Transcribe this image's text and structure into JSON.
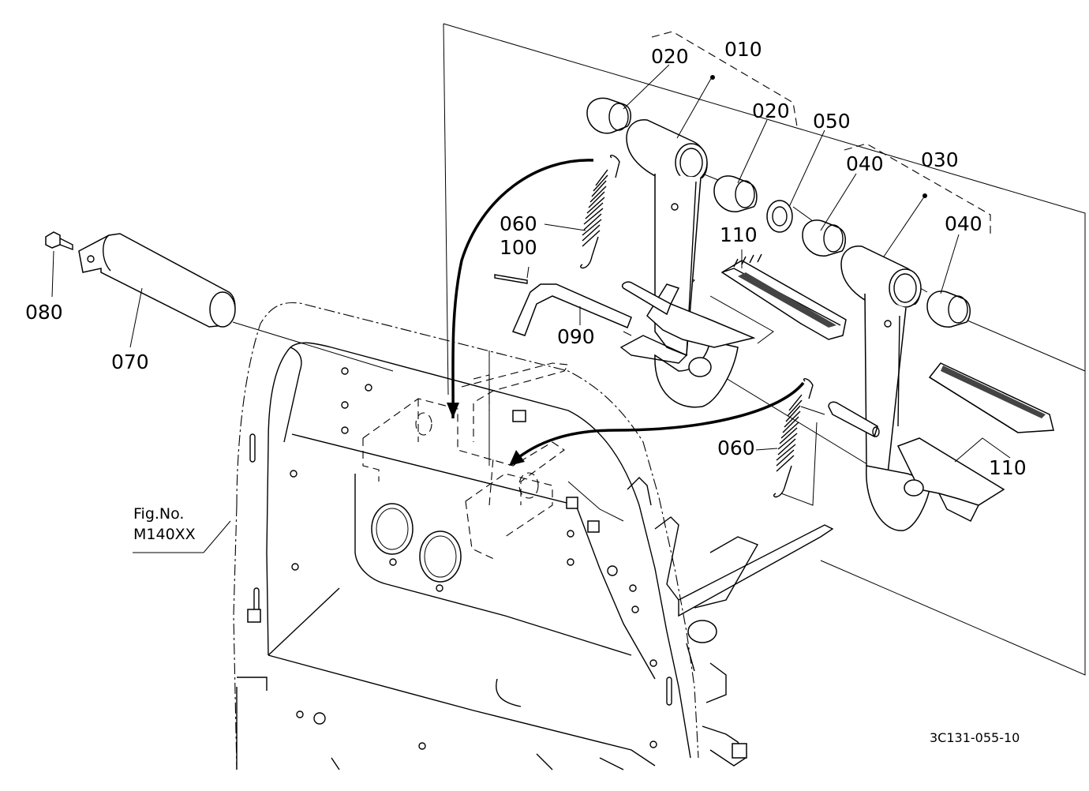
{
  "labels": {
    "p010": "010",
    "p020a": "020",
    "p020b": "020",
    "p030": "030",
    "p040a": "040",
    "p040b": "040",
    "p050": "050",
    "p060a": "060",
    "p060b": "060",
    "p070": "070",
    "p080": "080",
    "p090": "090",
    "p100": "100",
    "p110a": "110",
    "p110b": "110"
  },
  "figure": {
    "line1": "Fig.No.",
    "line2": "M140XX"
  },
  "drawing_code": "3C131-055-10"
}
